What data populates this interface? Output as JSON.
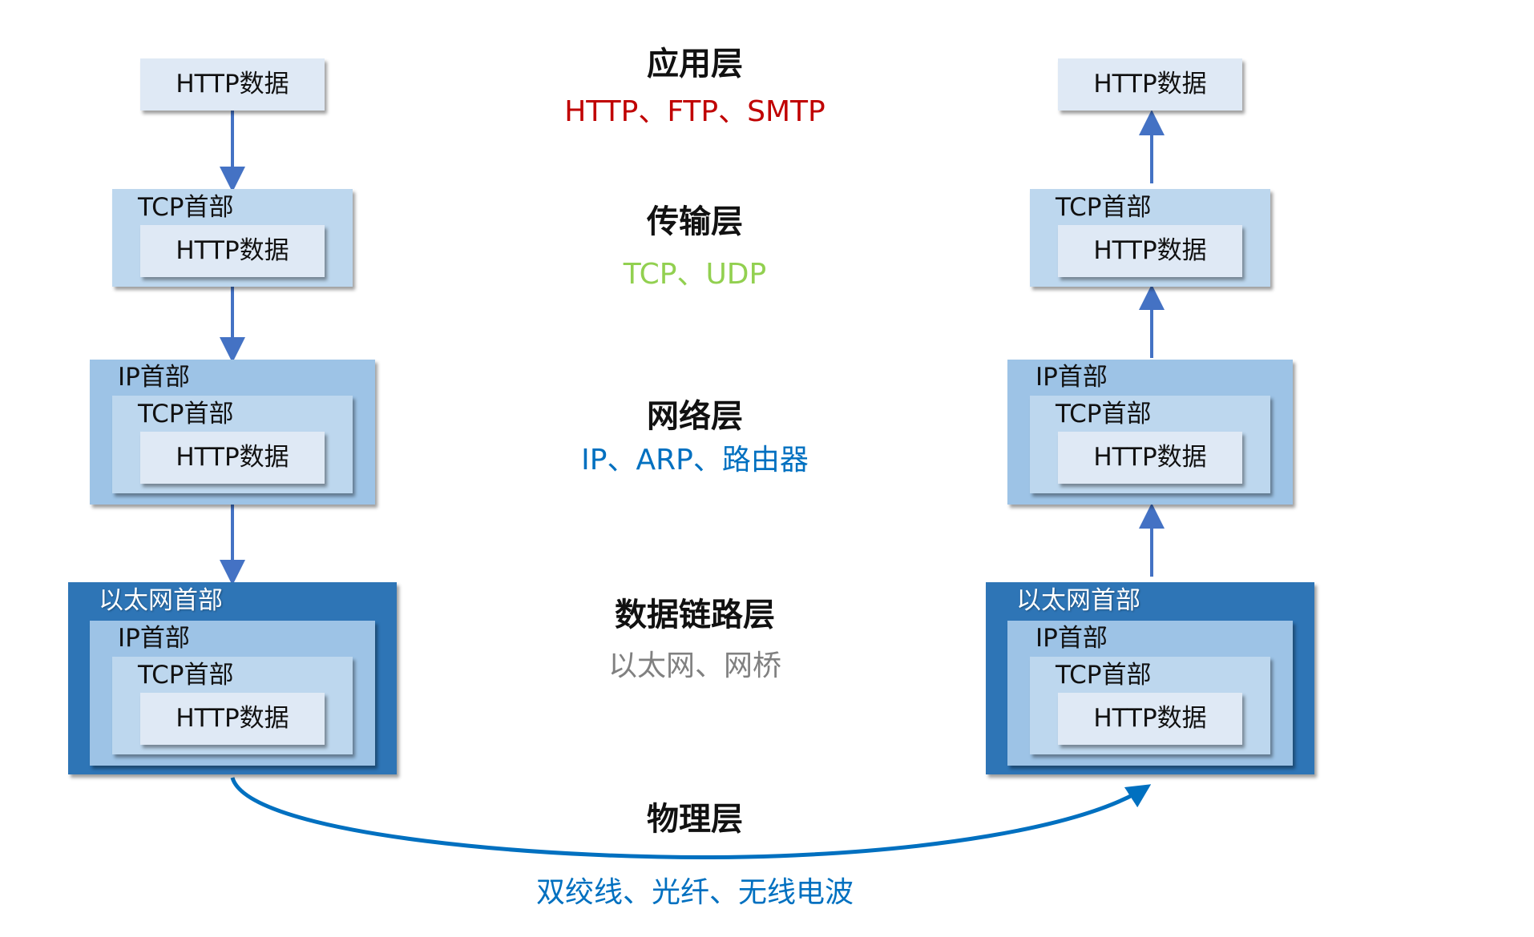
{
  "labels": {
    "http_data": "HTTP数据",
    "tcp_header": "TCP首部",
    "ip_header": "IP首部",
    "ethernet_header": "以太网首部"
  },
  "layers": [
    {
      "name": "应用层",
      "protocols": "HTTP、FTP、SMTP",
      "color": "#c00000"
    },
    {
      "name": "传输层",
      "protocols": "TCP、UDP",
      "color": "#92d050"
    },
    {
      "name": "网络层",
      "protocols": "IP、ARP、路由器",
      "color": "#0070c0"
    },
    {
      "name": "数据链路层",
      "protocols": "以太网、网桥",
      "color": "#808080"
    },
    {
      "name": "物理层",
      "protocols": "双绞线、光纤、无线电波",
      "color": "#0070c0"
    }
  ],
  "colors": {
    "data_box": "#dfe9f5",
    "tcp_box": "#bdd7ee",
    "ip_box": "#9dc3e6",
    "ethernet_box": "#2e75b6",
    "arrow": "#4472c4",
    "physical_link": "#0070c0"
  }
}
